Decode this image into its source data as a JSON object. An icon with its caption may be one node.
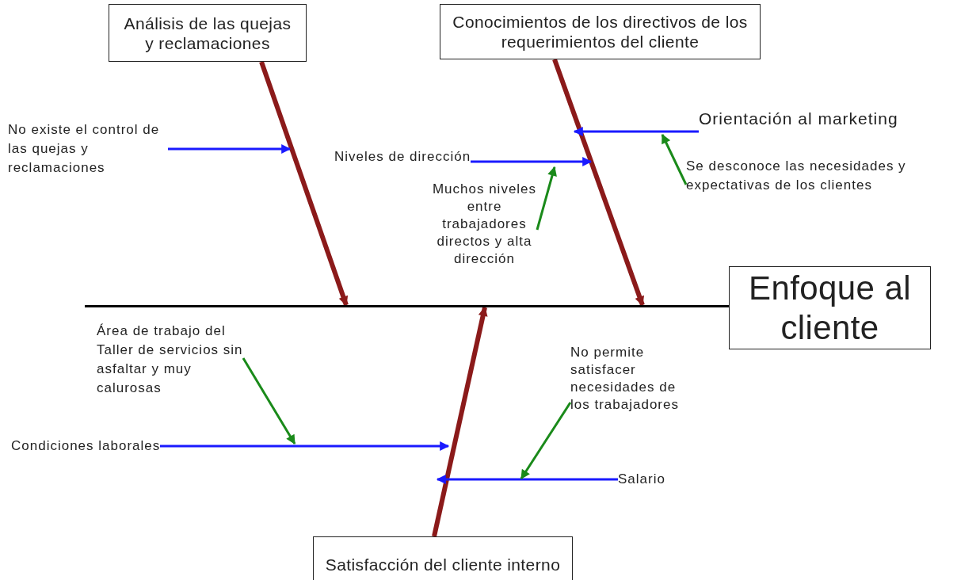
{
  "diagram": {
    "nodes": [
      {
        "text": [
          "Análisis de las quejas y reclamaciones"
        ]
      },
      {
        "text": [
          "Conocimientos de los directivos de los requerimientos del cliente"
        ]
      },
      {
        "text": [
          "Enfoque al cliente"
        ]
      },
      {
        "text": [
          "Satisfacción del cliente interno"
        ]
      },
      {
        "text": [
          "No existe el control de las quejas y reclamaciones"
        ]
      },
      {
        "text": [
          "Niveles de dirección"
        ]
      },
      {
        "text": [
          "Orientación al marketing"
        ]
      },
      {
        "text": [
          "Se desconoce las necesidades y expectativas de los clientes"
        ]
      },
      {
        "text": [
          "Muchos niveles entre trabajadores directos y alta dirección"
        ]
      },
      {
        "text": [
          "Área de trabajo del Taller de servicios sin asfaltar y muy calurosas"
        ]
      },
      {
        "text": [
          "No permite satisfacer necesidades de los trabajadores"
        ]
      },
      {
        "text": [
          "Condiciones laborales"
        ]
      },
      {
        "text": [
          "Salario"
        ]
      },
      {
        "text": [],
        "shape": "bar"
      }
    ],
    "edges": [
      {
        "from": 0,
        "to": 13,
        "arrow": "to",
        "style": "thick",
        "color": "#8b1a1a"
      },
      {
        "from": 1,
        "to": 13,
        "arrow": "to",
        "style": "thick",
        "color": "#8b1a1a"
      },
      {
        "from": 3,
        "to": 13,
        "arrow": "to",
        "style": "thick",
        "color": "#8b1a1a"
      },
      {
        "from": 4,
        "to": null,
        "arrow": "to",
        "color": "#1a1aff"
      },
      {
        "from": 5,
        "to": null,
        "arrow": "to",
        "color": "#1a1aff"
      },
      {
        "from": 6,
        "to": null,
        "arrow": "to",
        "color": "#1a1aff"
      },
      {
        "from": 11,
        "to": null,
        "arrow": "to",
        "color": "#1a1aff"
      },
      {
        "from": 12,
        "to": null,
        "arrow": "to",
        "color": "#1a1aff"
      },
      {
        "from": 7,
        "to": null,
        "arrow": "to",
        "color": "#1a8a1a"
      },
      {
        "from": 8,
        "to": null,
        "arrow": "to",
        "color": "#1a8a1a"
      },
      {
        "from": 9,
        "to": null,
        "arrow": "to",
        "color": "#1a8a1a"
      },
      {
        "from": 10,
        "to": null,
        "arrow": "to",
        "color": "#1a8a1a"
      }
    ]
  }
}
